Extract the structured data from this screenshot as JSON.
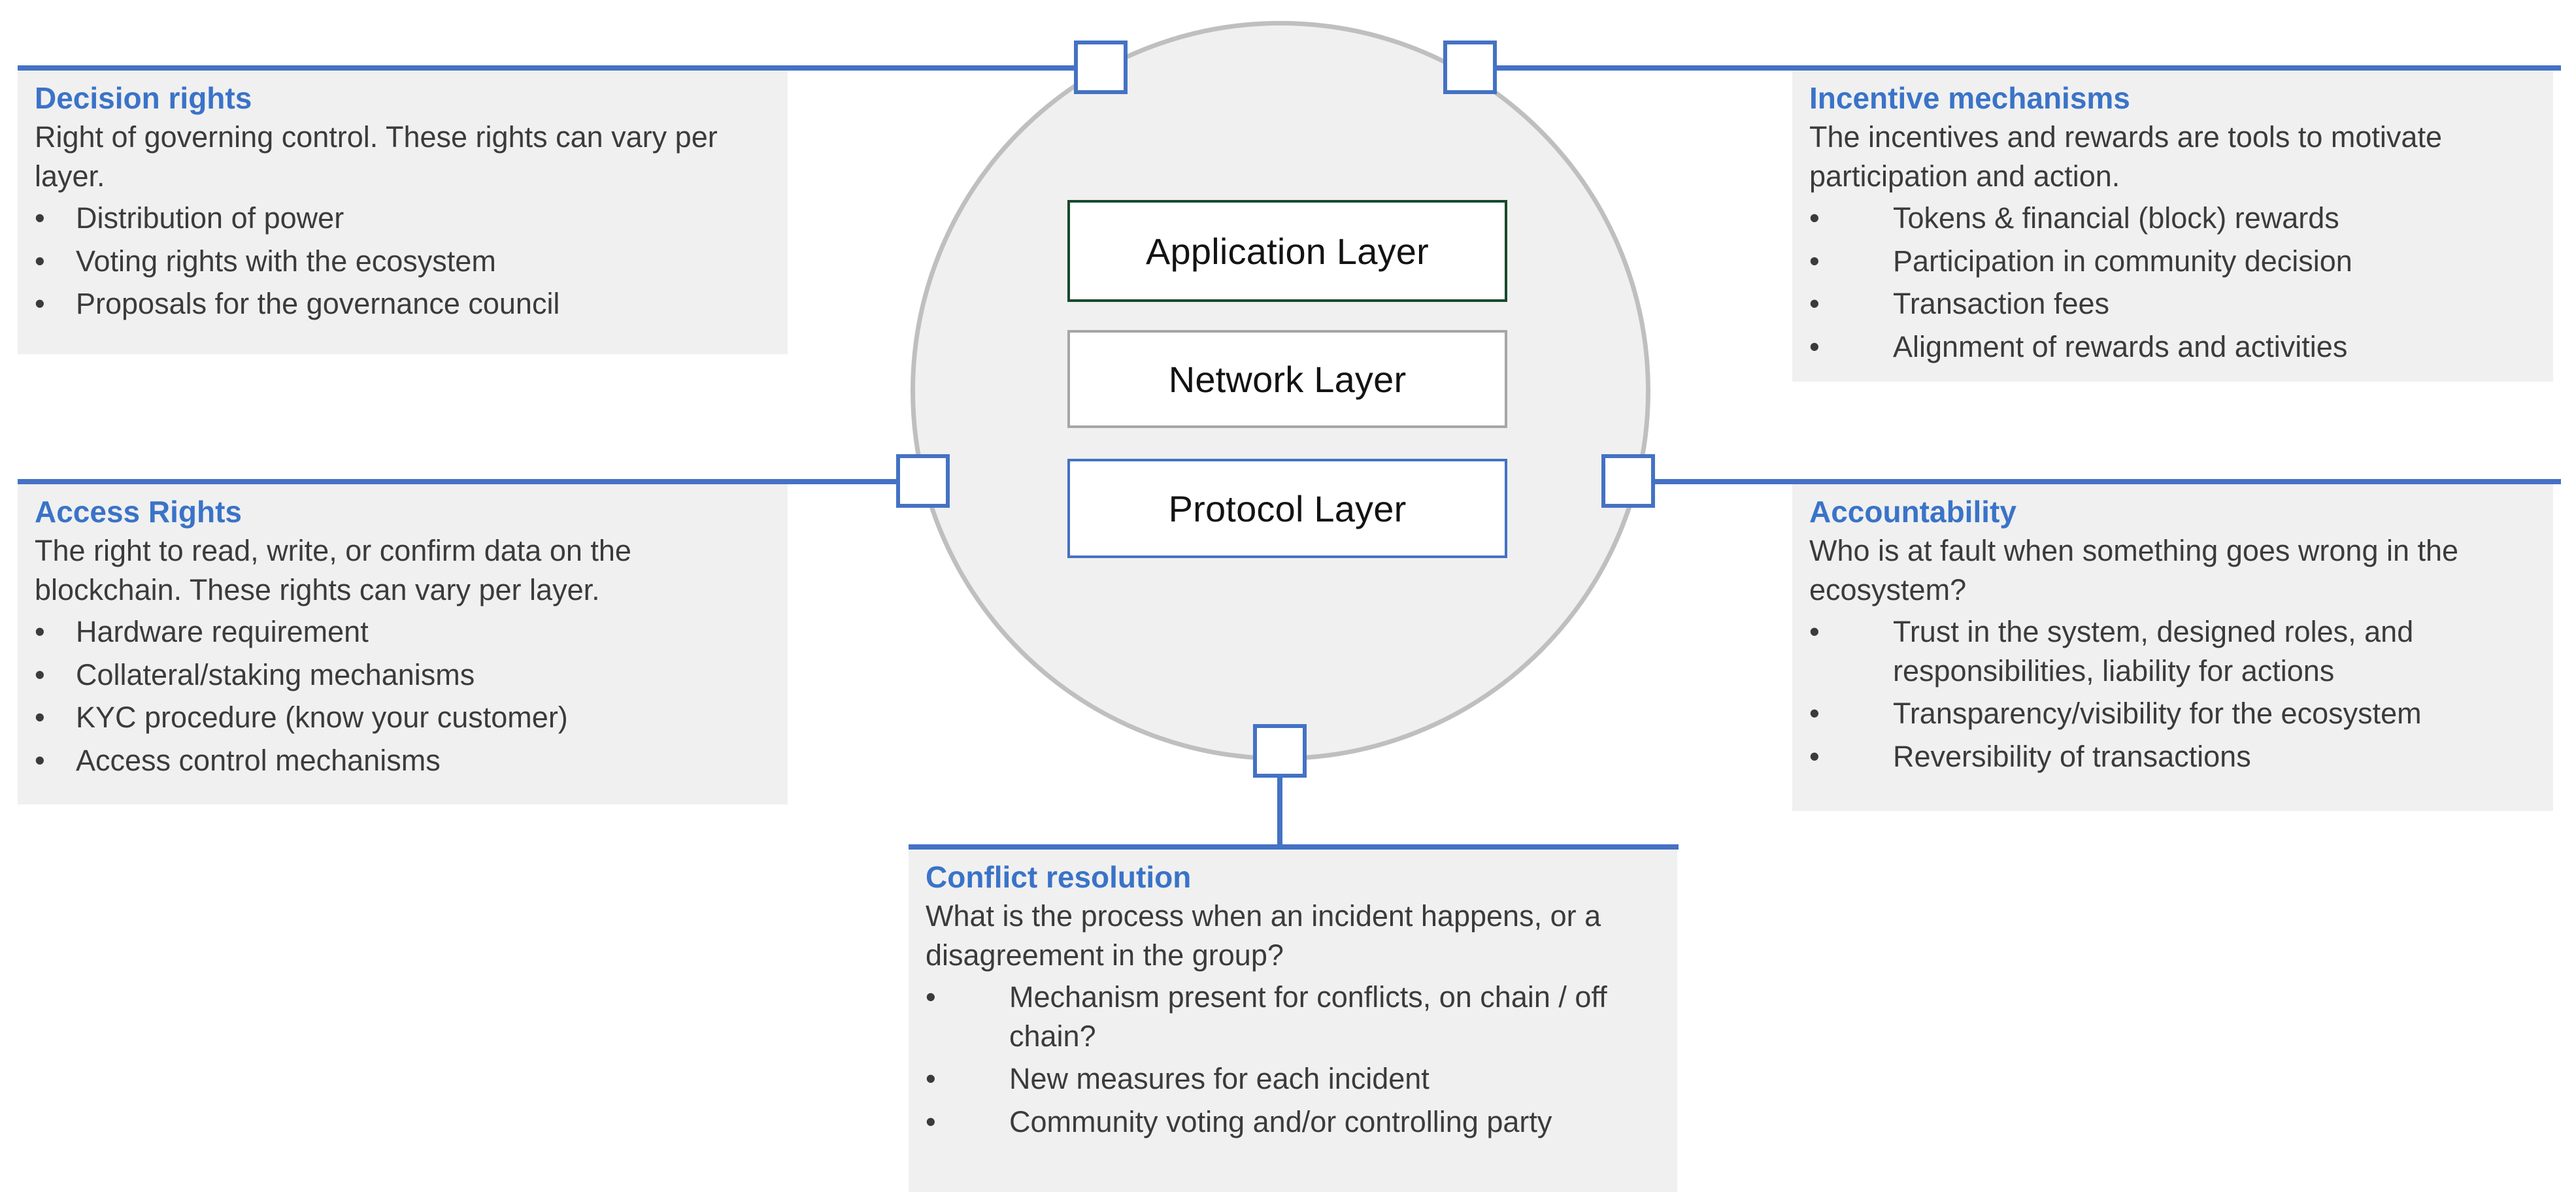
{
  "colors": {
    "accent_blue": "#4472c4",
    "title_blue": "#3a73c8",
    "panel_bg": "#f0f0f0",
    "circle_fill": "#f0f0f0",
    "circle_stroke": "#bfbfbf",
    "application_layer_border": "#17492b",
    "network_layer_border": "#a6a6a6",
    "protocol_layer_border": "#4472c4",
    "body_text": "#3b3b3b"
  },
  "center": {
    "layers": [
      {
        "label": "Application Layer",
        "border_color": "#17492b"
      },
      {
        "label": "Network Layer",
        "border_color": "#a6a6a6"
      },
      {
        "label": "Protocol Layer",
        "border_color": "#4472c4"
      }
    ]
  },
  "panels": {
    "decision_rights": {
      "title": "Decision rights",
      "description": "Right of governing control. These rights can vary per layer.",
      "bullets": [
        "Distribution of power",
        "Voting rights with the ecosystem",
        "Proposals for the governance council"
      ]
    },
    "access_rights": {
      "title": "Access Rights",
      "description": "The right to read, write, or confirm data on the blockchain. These rights can vary per layer.",
      "bullets": [
        "Hardware requirement",
        "Collateral/staking mechanisms",
        "KYC procedure (know your customer)",
        "Access control mechanisms"
      ]
    },
    "incentive_mechanisms": {
      "title": "Incentive mechanisms",
      "description": "The incentives and rewards are tools to motivate participation and action.",
      "bullets": [
        "Tokens &  financial (block) rewards",
        "Participation in community decision",
        "Transaction fees",
        "Alignment of rewards and activities"
      ]
    },
    "accountability": {
      "title": "Accountability",
      "description": "Who is at fault when something goes wrong in the ecosystem?",
      "bullets": [
        "Trust in the system, designed roles, and responsibilities, liability for actions",
        " Transparency/visibility for the ecosystem",
        "Reversibility of transactions"
      ]
    },
    "conflict_resolution": {
      "title": "Conflict resolution",
      "description": "What is the process when an incident happens, or a disagreement in the group?",
      "bullets": [
        "Mechanism present for conflicts, on chain / off chain?",
        "New measures for each incident",
        "Community voting and/or controlling party"
      ]
    }
  },
  "bullet_glyph": "•"
}
